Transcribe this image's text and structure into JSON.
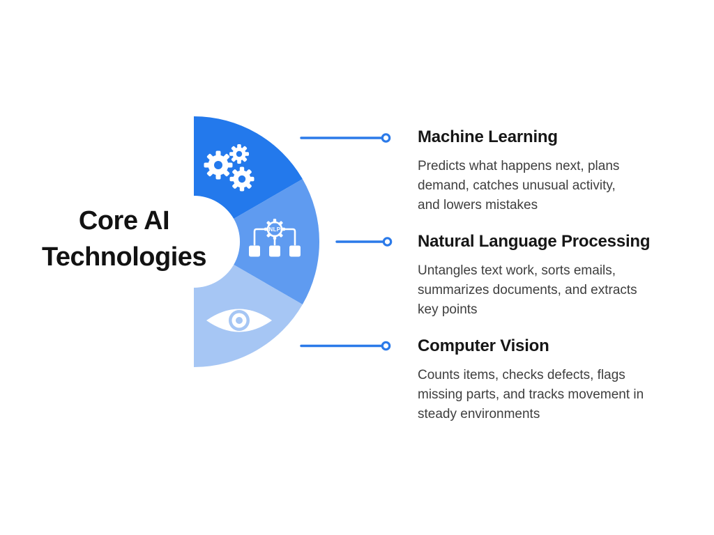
{
  "title": {
    "full": "Core AI Technologies",
    "lines": [
      "Core AI",
      "Technologies"
    ]
  },
  "colors": {
    "background": "#FFFFFF",
    "segment_machine_learning": "#2379EC",
    "segment_nlp": "#5F9BF0",
    "segment_computer_vision": "#A6C6F4",
    "connector": "#2B7AE9",
    "icon": "#FFFFFF",
    "heading_text": "#161616",
    "body_text": "#3E3E3E",
    "title_text": "#121212"
  },
  "sections": [
    {
      "id": "machine-learning",
      "icon": "gears-icon",
      "heading": "Machine Learning",
      "body_lines": [
        "Predicts what happens next, plans",
        "demand, catches unusual activity,",
        "and lowers mistakes"
      ]
    },
    {
      "id": "natural-language-processing",
      "icon": "nlp-gear-icon",
      "icon_label": "NLP",
      "heading": "Natural Language Processing",
      "body_lines": [
        "Untangles text work, sorts emails,",
        "summarizes documents, and extracts",
        "key points"
      ]
    },
    {
      "id": "computer-vision",
      "icon": "eye-icon",
      "heading": "Computer Vision",
      "body_lines": [
        "Counts items, checks defects, flags",
        "missing parts, and tracks movement in",
        "steady environments"
      ]
    }
  ]
}
